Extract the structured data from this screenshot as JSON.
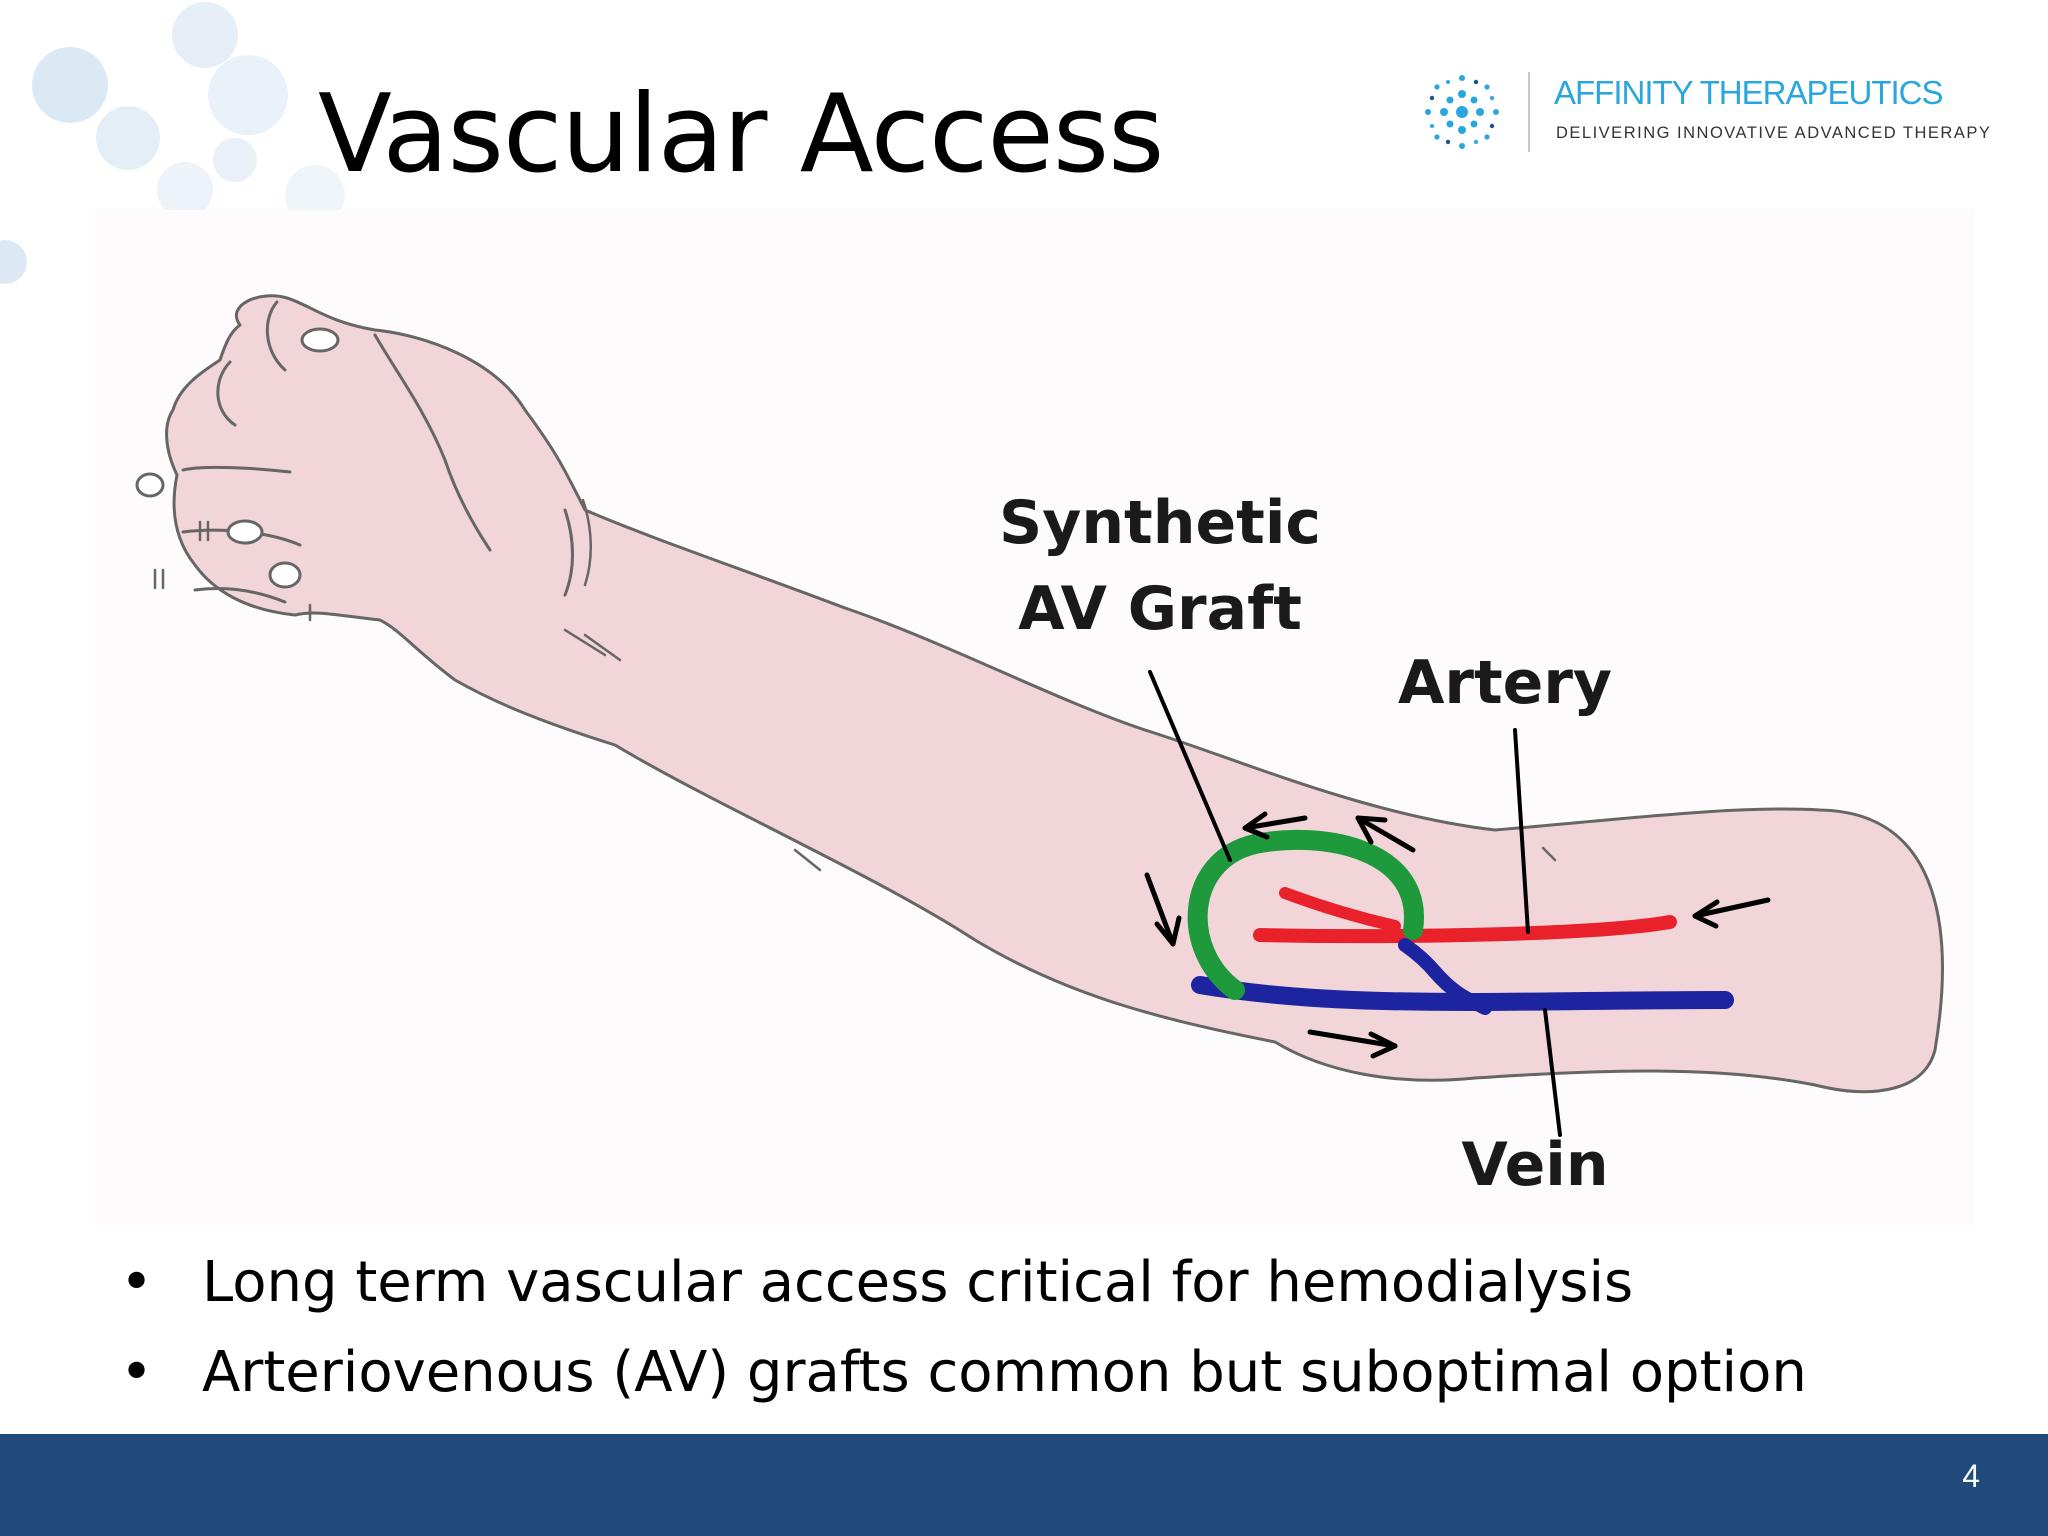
{
  "slide": {
    "title": "Vascular Access",
    "logo": {
      "name": "AFFINITY THERAPEUTICS",
      "tagline": "DELIVERING INNOVATIVE ADVANCED THERAPY"
    },
    "diagram": {
      "labels": {
        "graft": "Synthetic\nAV Graft",
        "artery": "Artery",
        "vein": "Vein"
      }
    },
    "bullets": [
      "Long term vascular access critical for hemodialysis",
      "Arteriovenous (AV) grafts common but suboptimal option"
    ],
    "page_number": "4"
  },
  "colors": {
    "footer": "#204a7a",
    "brand": "#2aa6de",
    "skin": "#f2d5d8",
    "artery": "#e8212a",
    "vein": "#1d24a0",
    "graft": "#1e9a3c"
  },
  "icons": [
    "affinity-logo-mark"
  ]
}
